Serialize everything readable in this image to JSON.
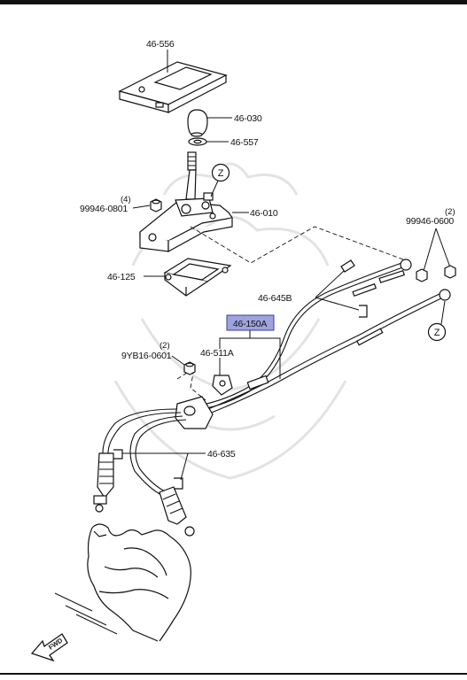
{
  "parts": {
    "p46_556": "46-556",
    "p46_030": "46-030",
    "p46_557": "46-557",
    "p46_010": "46-010",
    "p99946_0801": "99946-0801",
    "p99946_0801_qty": "(4)",
    "p99946_0600": "99946-0600",
    "p99946_0600_qty": "(2)",
    "p46_125": "46-125",
    "p46_645B": "46-645B",
    "p46_150A": "46-150A",
    "p46_511A": "46-511A",
    "p9YB16_0601": "9YB16-0601",
    "p9YB16_0601_qty": "(2)",
    "p46_635": "46-635"
  },
  "refs": {
    "z_top": "Z",
    "z_right": "Z"
  },
  "fwd_label": "FWD",
  "colors": {
    "highlight_fill": "#9fa3dd",
    "highlight_stroke": "#3a3fa0",
    "ink": "#111111",
    "watermark": "#e3e3e3"
  }
}
